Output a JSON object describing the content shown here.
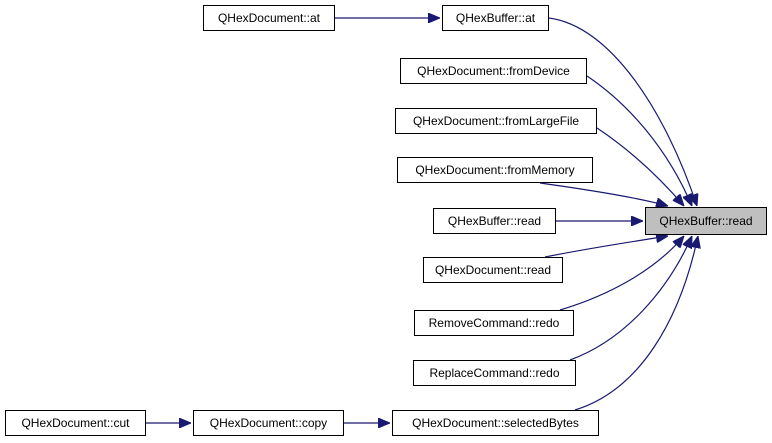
{
  "colors": {
    "edge": "#191970",
    "node_border": "#000000",
    "node_fill": "#ffffff",
    "focus_fill": "#bfbfbf"
  },
  "nodes": {
    "hexbuffer_read": "QHexBuffer::read",
    "hexbuffer_at": "QHexBuffer::at",
    "hexdocument_at": "QHexDocument::at",
    "hexdocument_from_device": "QHexDocument::fromDevice",
    "hexdocument_from_large_file": "QHexDocument::fromLargeFile",
    "hexdocument_from_memory": "QHexDocument::fromMemory",
    "hexbuffer_read_caller": "QHexBuffer::read",
    "hexdocument_read": "QHexDocument::read",
    "remove_command_redo": "RemoveCommand::redo",
    "replace_command_redo": "ReplaceCommand::redo",
    "hexdocument_selected_bytes": "QHexDocument::selectedBytes",
    "hexdocument_copy": "QHexDocument::copy",
    "hexdocument_cut": "QHexDocument::cut"
  },
  "edges": [
    {
      "from": "hexbuffer_at",
      "to": "hexbuffer_read"
    },
    {
      "from": "hexdocument_at",
      "to": "hexbuffer_at"
    },
    {
      "from": "hexdocument_from_device",
      "to": "hexbuffer_read"
    },
    {
      "from": "hexdocument_from_large_file",
      "to": "hexbuffer_read"
    },
    {
      "from": "hexdocument_from_memory",
      "to": "hexbuffer_read"
    },
    {
      "from": "hexbuffer_read_caller",
      "to": "hexbuffer_read"
    },
    {
      "from": "hexdocument_read",
      "to": "hexbuffer_read"
    },
    {
      "from": "remove_command_redo",
      "to": "hexbuffer_read"
    },
    {
      "from": "replace_command_redo",
      "to": "hexbuffer_read"
    },
    {
      "from": "hexdocument_selected_bytes",
      "to": "hexbuffer_read"
    },
    {
      "from": "hexdocument_copy",
      "to": "hexdocument_selected_bytes"
    },
    {
      "from": "hexdocument_cut",
      "to": "hexdocument_copy"
    }
  ]
}
